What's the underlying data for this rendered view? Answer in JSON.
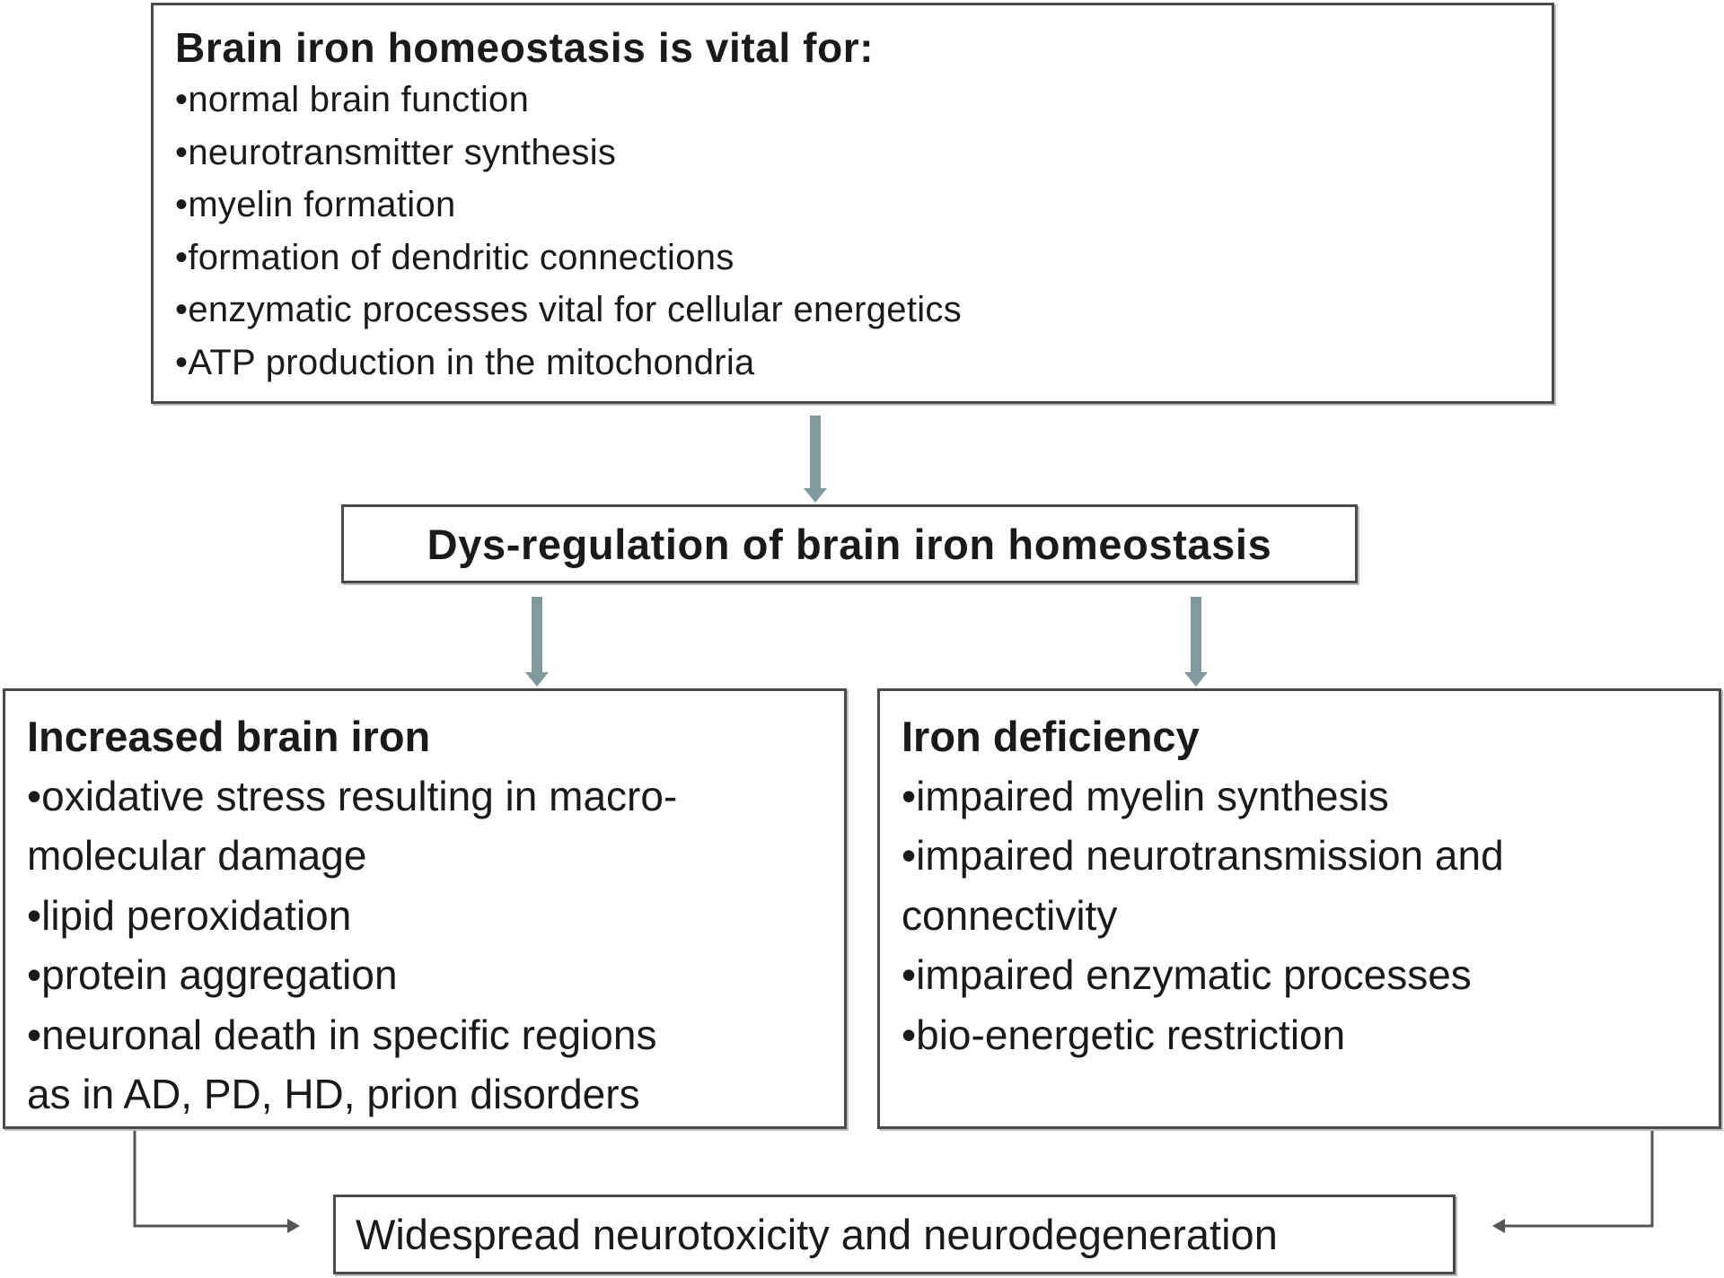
{
  "top": {
    "title": "Brain iron homeostasis is vital for:",
    "items": [
      "normal brain function",
      "neurotransmitter synthesis",
      "myelin formation",
      "formation of dendritic connections",
      "enzymatic processes vital for cellular energetics",
      "ATP production in the mitochondria"
    ]
  },
  "middle": {
    "title": "Dys-regulation of brain iron homeostasis"
  },
  "left": {
    "title": "Increased brain iron",
    "lines": [
      "oxidative stress resulting in macro-",
      "molecular damage",
      "lipid peroxidation",
      "protein aggregation",
      "neuronal death in specific regions",
      "as in AD, PD, HD, prion disorders"
    ]
  },
  "right": {
    "title": "Iron deficiency",
    "lines": [
      "impaired myelin synthesis",
      "impaired neurotransmission and",
      "connectivity",
      "impaired enzymatic processes",
      "bio-energetic restriction"
    ]
  },
  "bottom": {
    "text": "Widespread neurotoxicity and neurodegeneration"
  },
  "colors": {
    "arrow": "#7f9a9c",
    "border": "#4a4a4a",
    "connector": "#555555"
  }
}
